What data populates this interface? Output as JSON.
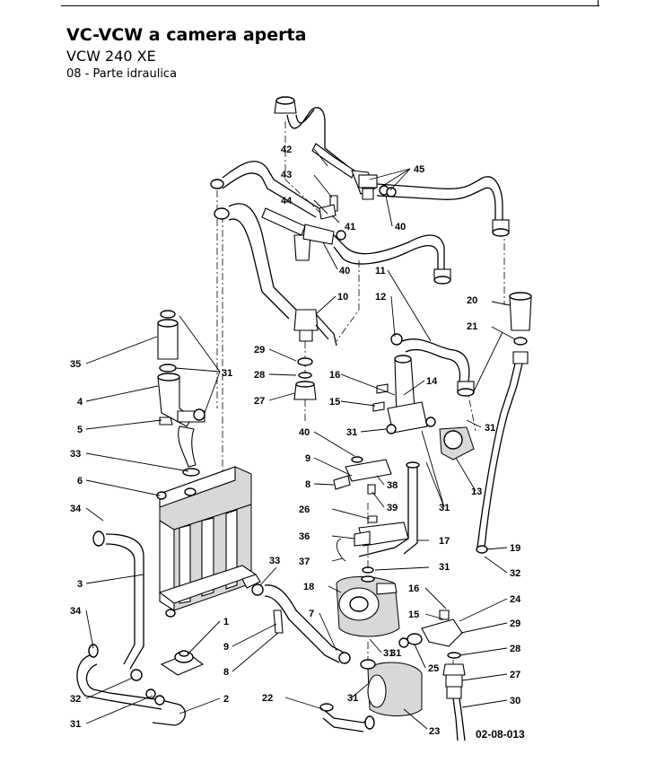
{
  "header": {
    "title": "VC-VCW a camera aperta",
    "subtitle": "VCW 240 XE",
    "section": "08 - Parte idraulica"
  },
  "diagram": {
    "drawing_code": "02-08-013",
    "labels": {
      "l1": "1",
      "l2": "2",
      "l3": "3",
      "l4": "4",
      "l5": "5",
      "l6": "6",
      "l7": "7",
      "l8a": "8",
      "l8b": "8",
      "l9a": "9",
      "l9b": "9",
      "l10": "10",
      "l11": "11",
      "l12": "12",
      "l13": "13",
      "l14": "14",
      "l15a": "15",
      "l15b": "15",
      "l16a": "16",
      "l16b": "16",
      "l17": "17",
      "l18": "18",
      "l19": "19",
      "l20": "20",
      "l21": "21",
      "l22": "22",
      "l23": "23",
      "l24": "24",
      "l25": "25",
      "l26": "26",
      "l27a": "27",
      "l27b": "27",
      "l28a": "28",
      "l28b": "28",
      "l29a": "29",
      "l29b": "29",
      "l30": "30",
      "l31a": "31",
      "l31b": "31",
      "l31c": "31",
      "l31d": "31",
      "l31e": "31",
      "l31f": "31",
      "l31g": "31",
      "l31h": "31",
      "l31i": "31",
      "l32a": "32",
      "l32b": "32",
      "l33a": "33",
      "l33b": "33",
      "l34a": "34",
      "l34b": "34",
      "l35": "35",
      "l36": "36",
      "l37": "37",
      "l38": "38",
      "l39": "39",
      "l40a": "40",
      "l40b": "40",
      "l40c": "40",
      "l41": "41",
      "l42": "42",
      "l43": "43",
      "l44": "44",
      "l45": "45"
    }
  }
}
